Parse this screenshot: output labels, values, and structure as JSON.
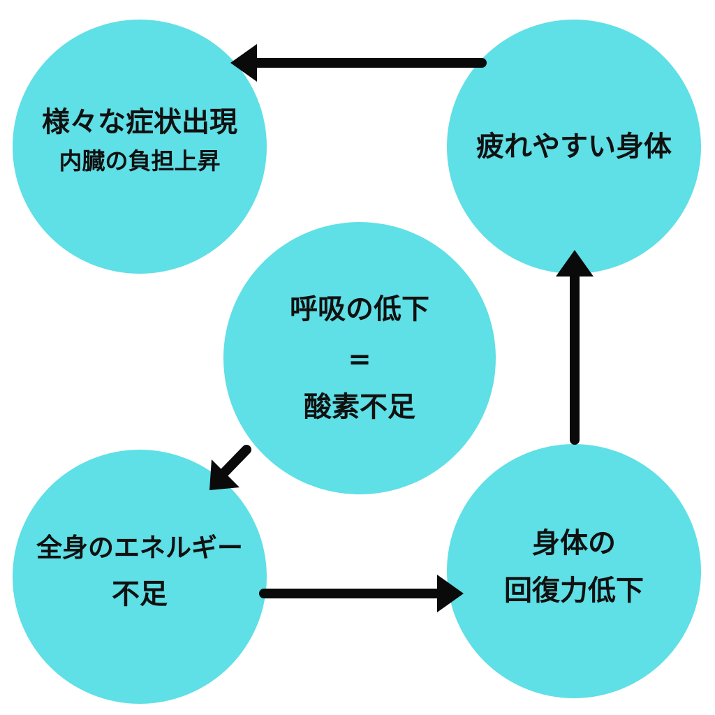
{
  "colors": {
    "circle_fill": "#5fdfe6",
    "text": "#111111",
    "arrow": "#0a0a0a",
    "background": "#ffffff"
  },
  "nodes": {
    "top_left": {
      "line1": "様々な症状出現",
      "line2": "内臓の負担上昇"
    },
    "top_right": {
      "line1": "疲れやすい身体"
    },
    "center": {
      "line1": "呼吸の低下",
      "line2": "=",
      "line3": "酸素不足"
    },
    "bottom_left": {
      "line1": "全身のエネルギー",
      "line2": "不足"
    },
    "bottom_right": {
      "line1": "身体の",
      "line2": "回復力低下"
    }
  },
  "edges": [
    {
      "from": "center",
      "to": "bottom_left"
    },
    {
      "from": "bottom_left",
      "to": "bottom_right"
    },
    {
      "from": "bottom_right",
      "to": "top_right"
    },
    {
      "from": "top_right",
      "to": "top_left"
    }
  ]
}
